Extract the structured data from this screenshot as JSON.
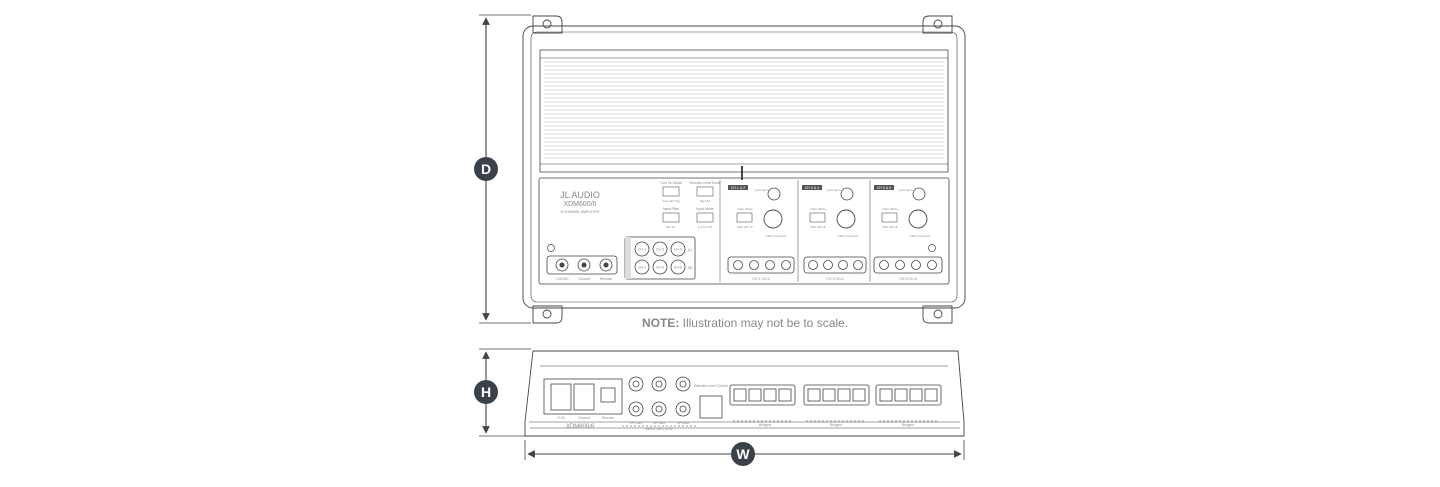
{
  "dimension_labels": {
    "depth": "D",
    "height": "H",
    "width": "W"
  },
  "note": {
    "label": "NOTE:",
    "text": "Illustration may not be to scale."
  },
  "top_view": {
    "brand": "JL AUDIO",
    "model": "XDM600/6",
    "subtitle": "6 CHANNEL AMPLIFIER",
    "global_switches": [
      {
        "label": "Turn On Mode",
        "options": "Auto 12V  Sig"
      },
      {
        "label": "Remote Level Mode",
        "options": "Sig  12V"
      },
      {
        "label": "Input Filter",
        "options": "Bar  Hz"
      },
      {
        "label": "Input Mode",
        "options": "1-2  3-4  5-6"
      }
    ],
    "channel_sections": [
      {
        "tag": "CH 1 & 2",
        "gain_label": "Input Sens.",
        "filter_label": "Filter Mode",
        "filter_options": "OFF  HP  LP",
        "freq_label": "Filter Freq (Hz)"
      },
      {
        "tag": "CH 3 & 4",
        "gain_label": "Input Sens.",
        "filter_label": "Filter Mode",
        "filter_options": "OFF  HP  LP",
        "freq_label": "Filter Freq (Hz)"
      },
      {
        "tag": "CH 5 & 6",
        "gain_label": "Input Sens.",
        "filter_label": "Filter Mode",
        "filter_options": "OFF  HP  LP",
        "freq_label": "Filter Freq (Hz)"
      }
    ],
    "input_jacks": [
      "CH-1",
      "CH-3",
      "CH-5",
      "CH-2",
      "CH-4",
      "CH-6"
    ],
    "input_row_labels": [
      "(L)",
      "(R)"
    ],
    "power_labels": [
      "+12VDC",
      "Ground",
      "Remote"
    ],
    "speaker_labels": [
      "CH-1  CH-2",
      "CH-3  CH-4",
      "CH-5  CH-6"
    ]
  },
  "side_view": {
    "model": "XDM600/6",
    "power_labels": [
      "+12V",
      "Ground",
      "Remote"
    ],
    "rca_labels": [
      "CH-1&2",
      "CH-3&4",
      "CH-5&6"
    ],
    "input_section_label": "INPUT SECTION",
    "remote_label": "Remote Level Control",
    "bridged_label": "Bridged"
  },
  "colors": {
    "line": "#444444",
    "light_line": "#888888",
    "badge": "#3a4149"
  }
}
